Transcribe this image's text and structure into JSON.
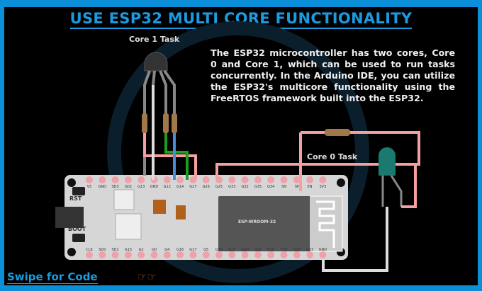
{
  "title": "USE ESP32 MULTI CORE FUNCTIONALITY",
  "core1_label": "Core 1 Task",
  "core0_label": "Core 0 Task",
  "description": "The ESP32 microcontroller has two cores, Core 0 and Core 1, which can be used to run tasks concurrently. In the Arduino IDE, you can utilize the ESP32's multicore functionality using the FreeRTOS framework built into the ESP32.",
  "swipe_label": "Swipe for Code",
  "swipe_icon": "pointing-hand-icon",
  "board": {
    "rst_label": "RST",
    "boot_label": "BOOT",
    "module_label": "ESP-WROOM-32",
    "top_pins": [
      "V5",
      "GND",
      "SD3",
      "SD2",
      "G13",
      "GND",
      "G12",
      "G14",
      "G27",
      "G26",
      "G25",
      "G33",
      "G32",
      "G35",
      "G34",
      "SN",
      "SP",
      "EN",
      "3V3"
    ],
    "bottom_pins": [
      "CLK",
      "SD0",
      "SD1",
      "G15",
      "G2",
      "G0",
      "G4",
      "G16",
      "G17",
      "G5",
      "G18",
      "G19",
      "GND",
      "G21",
      "RXD",
      "TXD",
      "G22",
      "G23",
      "GND"
    ]
  },
  "colors": {
    "accent": "#1a9ae0",
    "background": "#000000",
    "wire_pink": "#f4a0a0",
    "wire_green": "#1aa01a",
    "wire_blue": "#4a8ad8"
  }
}
